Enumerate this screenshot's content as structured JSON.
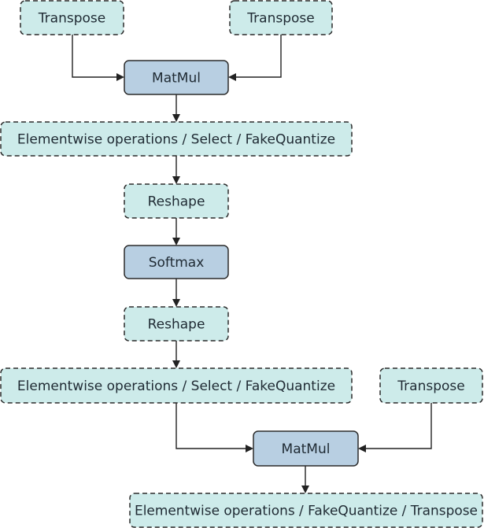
{
  "diagram": {
    "nodes": {
      "transpose_left": {
        "label": "Transpose",
        "style": "optional"
      },
      "transpose_right": {
        "label": "Transpose",
        "style": "optional"
      },
      "matmul_top": {
        "label": "MatMul",
        "style": "required"
      },
      "elementwise_top": {
        "label": "Elementwise operations / Select / FakeQuantize",
        "style": "optional"
      },
      "reshape_top": {
        "label": "Reshape",
        "style": "optional"
      },
      "softmax": {
        "label": "Softmax",
        "style": "required"
      },
      "reshape_bottom": {
        "label": "Reshape",
        "style": "optional"
      },
      "elementwise_bottom": {
        "label": "Elementwise operations / Select / FakeQuantize",
        "style": "optional"
      },
      "transpose_bottom": {
        "label": "Transpose",
        "style": "optional"
      },
      "matmul_bottom": {
        "label": "MatMul",
        "style": "required"
      },
      "output": {
        "label": "Elementwise operations / FakeQuantize / Transpose",
        "style": "optional"
      }
    },
    "edges": [
      [
        "transpose_left",
        "matmul_top"
      ],
      [
        "transpose_right",
        "matmul_top"
      ],
      [
        "matmul_top",
        "elementwise_top"
      ],
      [
        "elementwise_top",
        "reshape_top"
      ],
      [
        "reshape_top",
        "softmax"
      ],
      [
        "softmax",
        "reshape_bottom"
      ],
      [
        "reshape_bottom",
        "elementwise_bottom"
      ],
      [
        "elementwise_bottom",
        "matmul_bottom"
      ],
      [
        "transpose_bottom",
        "matmul_bottom"
      ],
      [
        "matmul_bottom",
        "output"
      ]
    ],
    "colors": {
      "optional_fill": "#cdebea",
      "required_fill": "#b8cfe2",
      "stroke": "#2b2b2b"
    }
  }
}
